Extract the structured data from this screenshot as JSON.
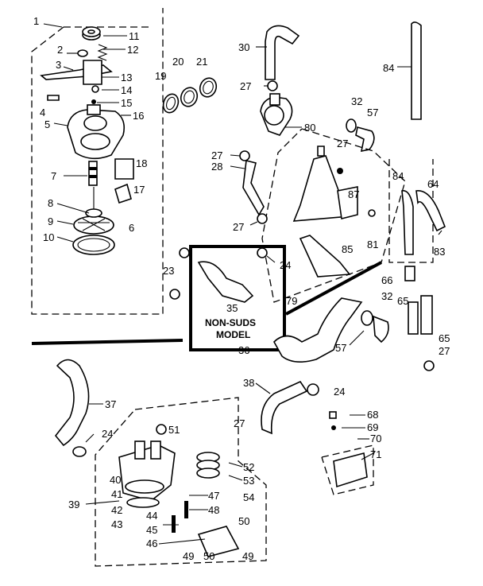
{
  "diagram": {
    "panel_label_line1": "NON-SUDS",
    "panel_label_line2": "MODEL",
    "callouts": {
      "n1": "1",
      "n2": "2",
      "n3": "3",
      "n4": "4",
      "n5": "5",
      "n6": "6",
      "n7": "7",
      "n8": "8",
      "n9": "9",
      "n10": "10",
      "n11": "11",
      "n12": "12",
      "n13": "13",
      "n14": "14",
      "n15": "15",
      "n16": "16",
      "n17": "17",
      "n18": "18",
      "n19": "19",
      "n20": "20",
      "n21": "21",
      "n23": "23",
      "n24a": "24",
      "n24b": "24",
      "n24c": "24",
      "n27a": "27",
      "n27b": "27",
      "n27c": "27",
      "n27d": "27",
      "n27e": "27",
      "n27f": "27",
      "n28": "28",
      "n30": "30",
      "n32a": "32",
      "n32b": "32",
      "n35": "35",
      "n36": "36",
      "n37": "37",
      "n38": "38",
      "n39": "39",
      "n40": "40",
      "n41": "41",
      "n42": "42",
      "n43": "43",
      "n44": "44",
      "n45": "45",
      "n46": "46",
      "n47": "47",
      "n48": "48",
      "n49a": "49",
      "n49b": "49",
      "n50a": "50",
      "n50b": "50",
      "n51": "51",
      "n52": "52",
      "n53": "53",
      "n54": "54",
      "n57a": "57",
      "n57b": "57",
      "n64": "64",
      "n65a": "65",
      "n65b": "65",
      "n66": "66",
      "n68": "68",
      "n69": "69",
      "n70": "70",
      "n71": "71",
      "n79": "79",
      "n80": "80",
      "n81": "81",
      "n83": "83",
      "n84a": "84",
      "n84b": "84",
      "n85": "85",
      "n87": "87"
    }
  }
}
